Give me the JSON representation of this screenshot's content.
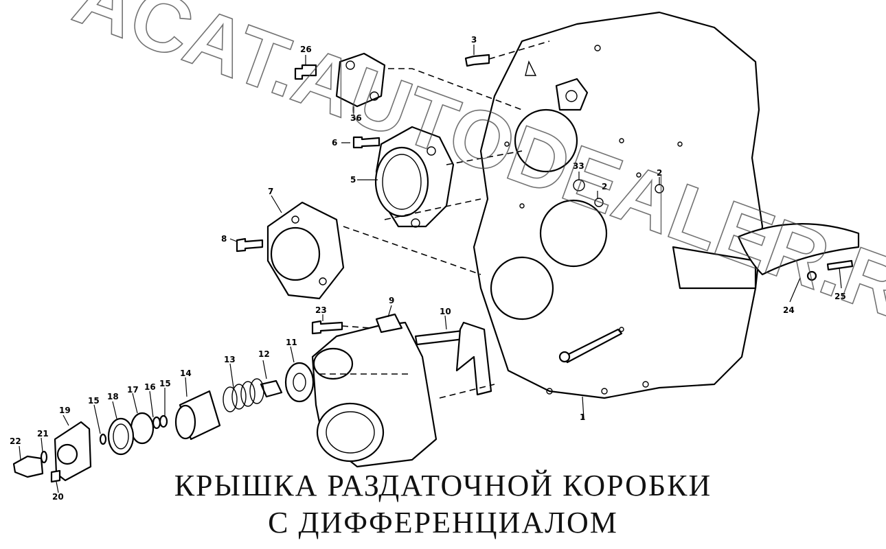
{
  "title_line1": "КРЫШКА РАЗДАТОЧНОЙ КОРОБКИ",
  "title_line2": "С ДИФФЕРЕНЦИАЛОМ",
  "watermark": "ACAT.AUTODEALER.RU",
  "labels": [
    "1",
    "2",
    "2",
    "3",
    "5",
    "6",
    "7",
    "8",
    "9",
    "10",
    "11",
    "12",
    "13",
    "14",
    "15",
    "15",
    "16",
    "17",
    "18",
    "19",
    "20",
    "21",
    "22",
    "23",
    "24",
    "25",
    "26",
    "33",
    "36"
  ]
}
